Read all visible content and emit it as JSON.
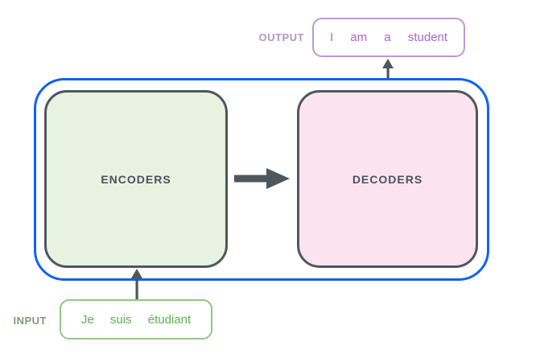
{
  "colors": {
    "frame_blue": "#1063f0",
    "dark_slate": "#50565e",
    "dark_text": "#49525b",
    "encoder_fill": "#e7f2e0",
    "decoder_fill": "#fbe4ef",
    "output_border": "#bd98d8",
    "output_text": "#ab64d8",
    "output_label": "#b793c7",
    "input_border": "#8fc884",
    "input_text": "#5cb151",
    "input_label": "#84987d"
  },
  "output": {
    "label": "OUTPUT",
    "sentence": "I am a student"
  },
  "input": {
    "label": "INPUT",
    "sentence": "Je suis étudiant"
  },
  "encoder": {
    "label": "ENCODERS"
  },
  "decoder": {
    "label": "DECODERS"
  },
  "icons": {
    "encoder_to_decoder": "arrow-right-icon",
    "decoder_to_output": "arrow-up-icon",
    "input_to_encoder": "arrow-up-icon"
  }
}
